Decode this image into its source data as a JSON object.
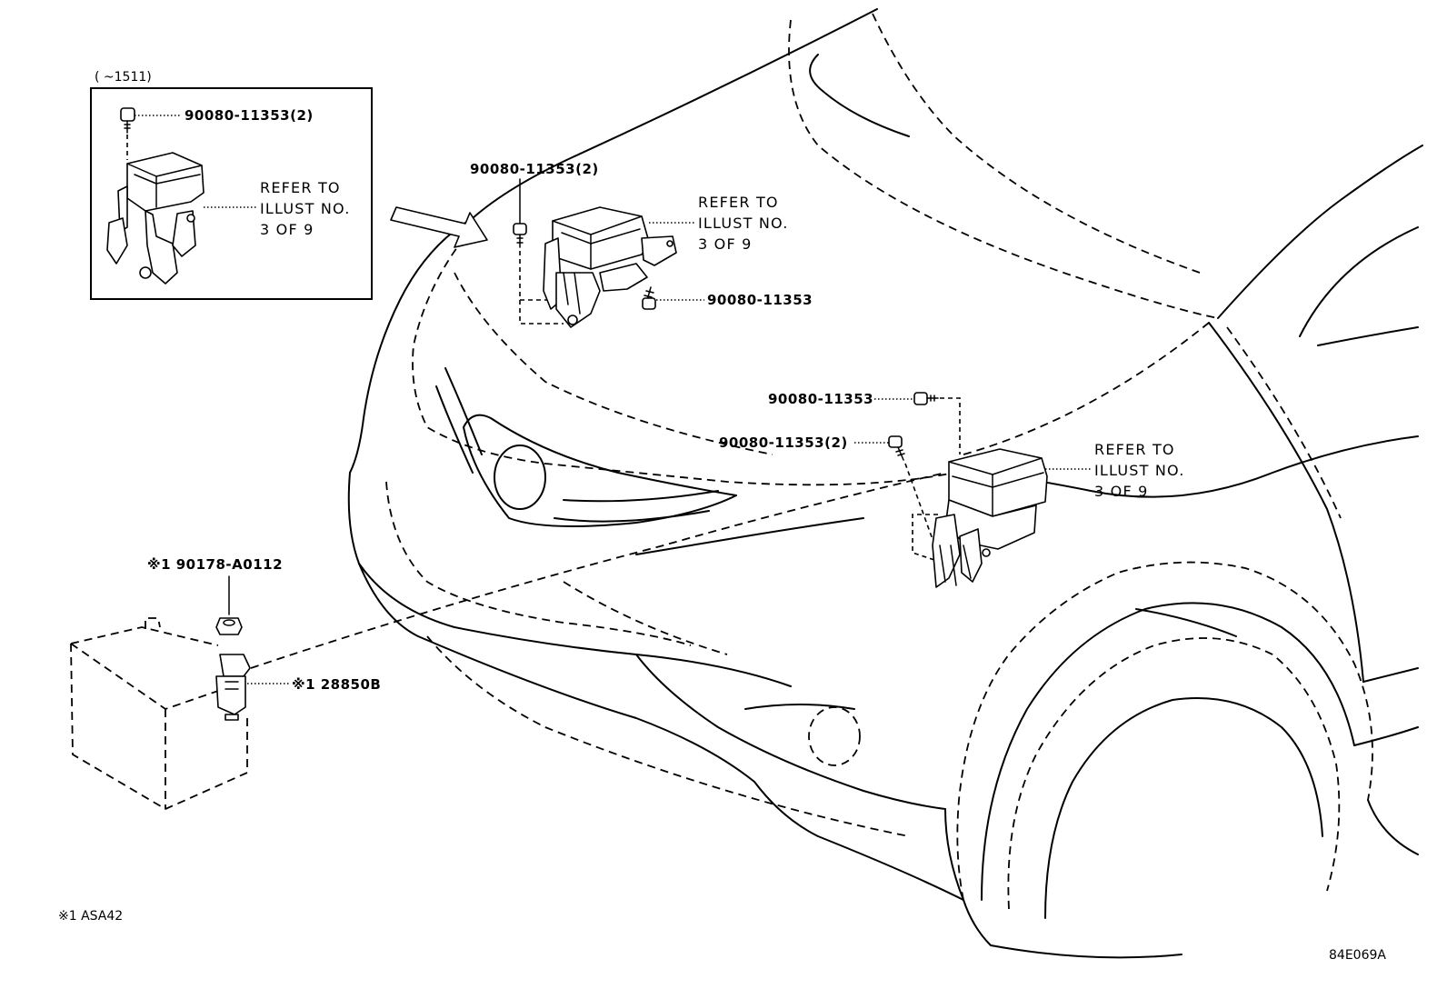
{
  "inset": {
    "caption": "(      ~1511)",
    "bolt_part_number": "90080-11353(2)",
    "refer_lines": [
      "REFER TO",
      "ILLUST NO.",
      "3 OF 9"
    ]
  },
  "top_relay_box": {
    "bolt_upper_part_number": "90080-11353(2)",
    "bolt_lower_part_number": "90080-11353",
    "refer_lines": [
      "REFER TO",
      "ILLUST NO.",
      "3 OF 9"
    ]
  },
  "right_relay_box": {
    "bolt_upper_part_number": "90080-11353",
    "bolt_lower_part_number": "90080-11353(2)",
    "refer_lines": [
      "REFER TO",
      "ILLUST NO.",
      "3 OF 9"
    ]
  },
  "battery_sensor": {
    "nut_part_number": "※1 90178-A0112",
    "sensor_part_number": "※1 28850B"
  },
  "footnote": "※1 ASA42",
  "drawing_code": "84E069A",
  "icons": [
    "bolt-icon",
    "nut-icon",
    "relay-box-icon",
    "battery-icon",
    "battery-sensor-icon",
    "pointer-arrow-icon"
  ]
}
